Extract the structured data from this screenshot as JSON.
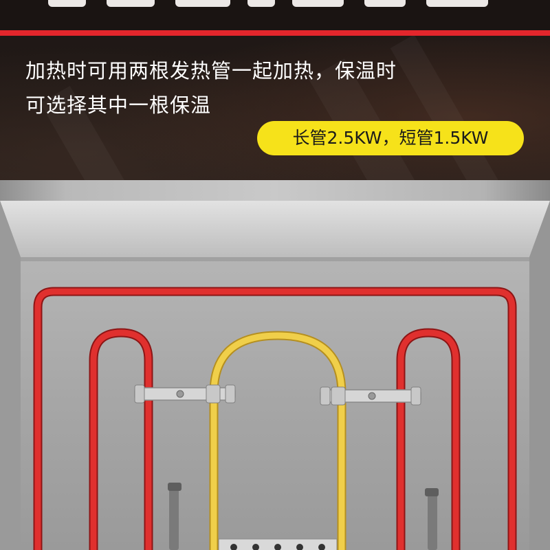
{
  "description": {
    "line1": "加热时可用两根发热管一起加热，保温时",
    "line2": "可选择其中一根保温"
  },
  "spec_badge": "长管2.5KW，短管1.5KW",
  "colors": {
    "accent_red": "#e3262c",
    "badge_yellow": "#f6e21a",
    "tube_red": "#e0302e",
    "tube_yellow": "#f0cf4a"
  },
  "icons": [
    "heating-tube-long",
    "heating-tube-short",
    "mounting-bracket"
  ]
}
